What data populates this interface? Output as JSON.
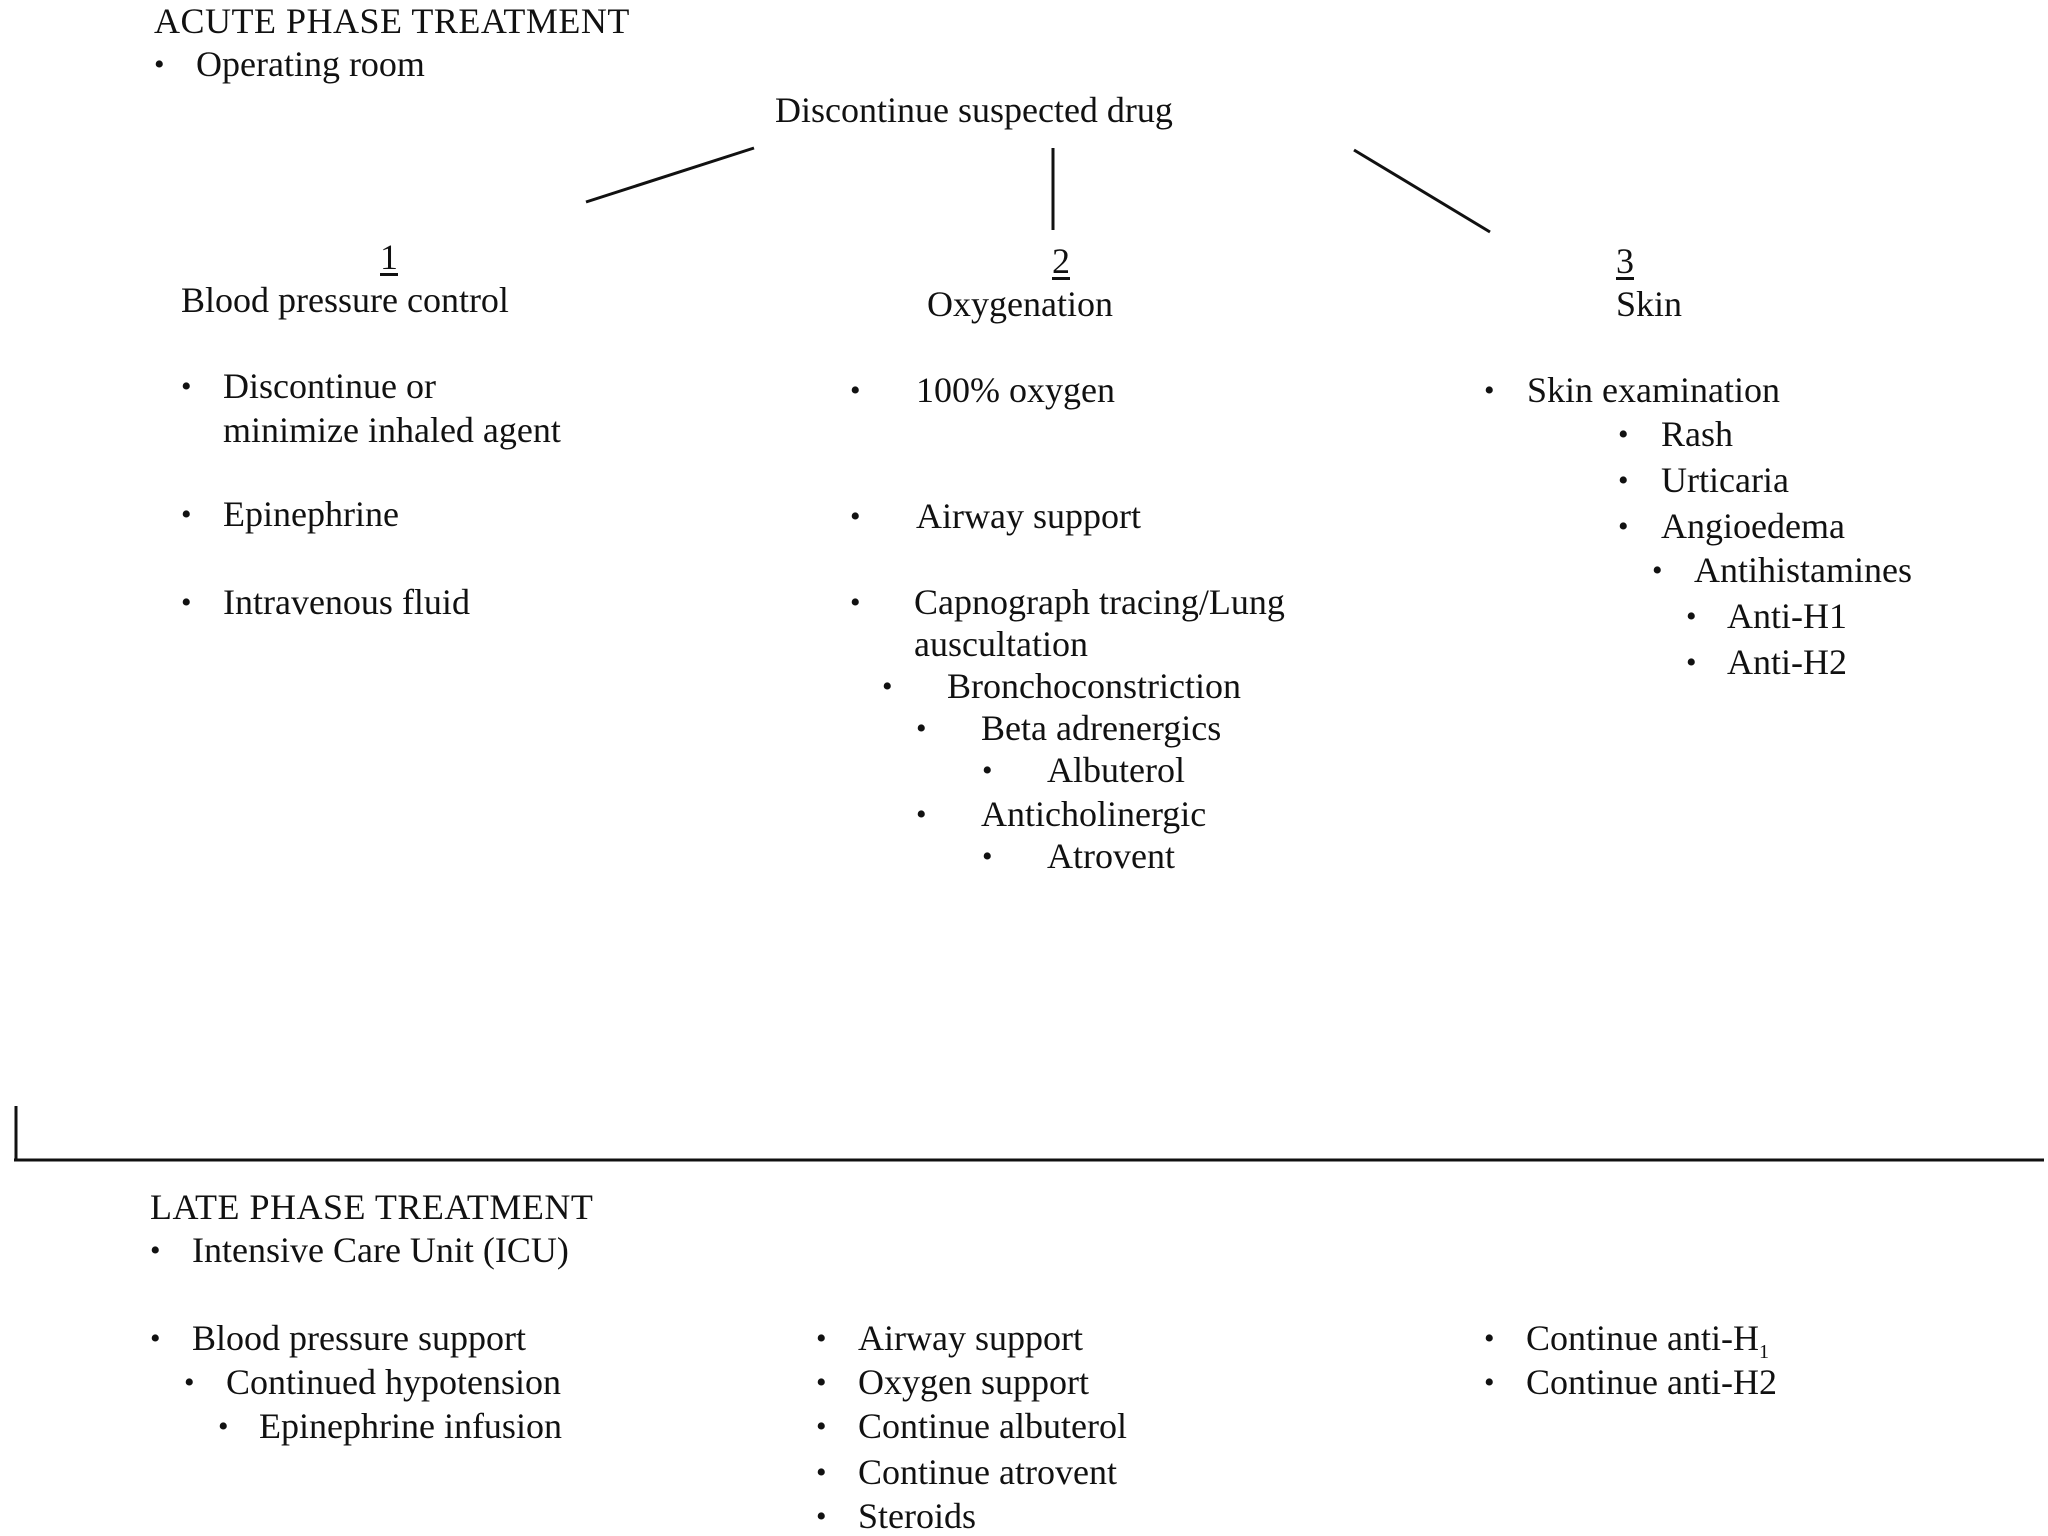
{
  "acute": {
    "heading": "ACUTE PHASE TREATMENT",
    "location": "Operating room",
    "root": "Discontinue suspected drug",
    "col1": {
      "number": "1",
      "title": "Blood pressure control",
      "items": [
        "Discontinue or",
        "minimize inhaled agent",
        "Epinephrine",
        "Intravenous fluid"
      ]
    },
    "col2": {
      "number": "2",
      "title": "Oxygenation",
      "items": [
        "100% oxygen",
        "Airway support",
        "Capnograph tracing/Lung",
        "auscultation",
        "Bronchoconstriction",
        "Beta adrenergics",
        "Albuterol",
        "Anticholinergic",
        "Atrovent"
      ]
    },
    "col3": {
      "number": "3",
      "title": "Skin",
      "items": [
        "Skin examination",
        "Rash",
        "Urticaria",
        "Angioedema",
        "Antihistamines",
        "Anti-H1",
        "Anti-H2"
      ]
    }
  },
  "late": {
    "heading": "LATE PHASE TREATMENT",
    "location": "Intensive Care Unit (ICU)",
    "col1": [
      "Blood pressure support",
      "Continued hypotension",
      "Epinephrine infusion"
    ],
    "col2": [
      "Airway support",
      "Oxygen support",
      "Continue albuterol",
      "Continue atrovent",
      "Steroids"
    ],
    "col3": {
      "item1_prefix": "Continue anti-H",
      "item1_sub": "1",
      "item2": "Continue anti-H2"
    }
  }
}
